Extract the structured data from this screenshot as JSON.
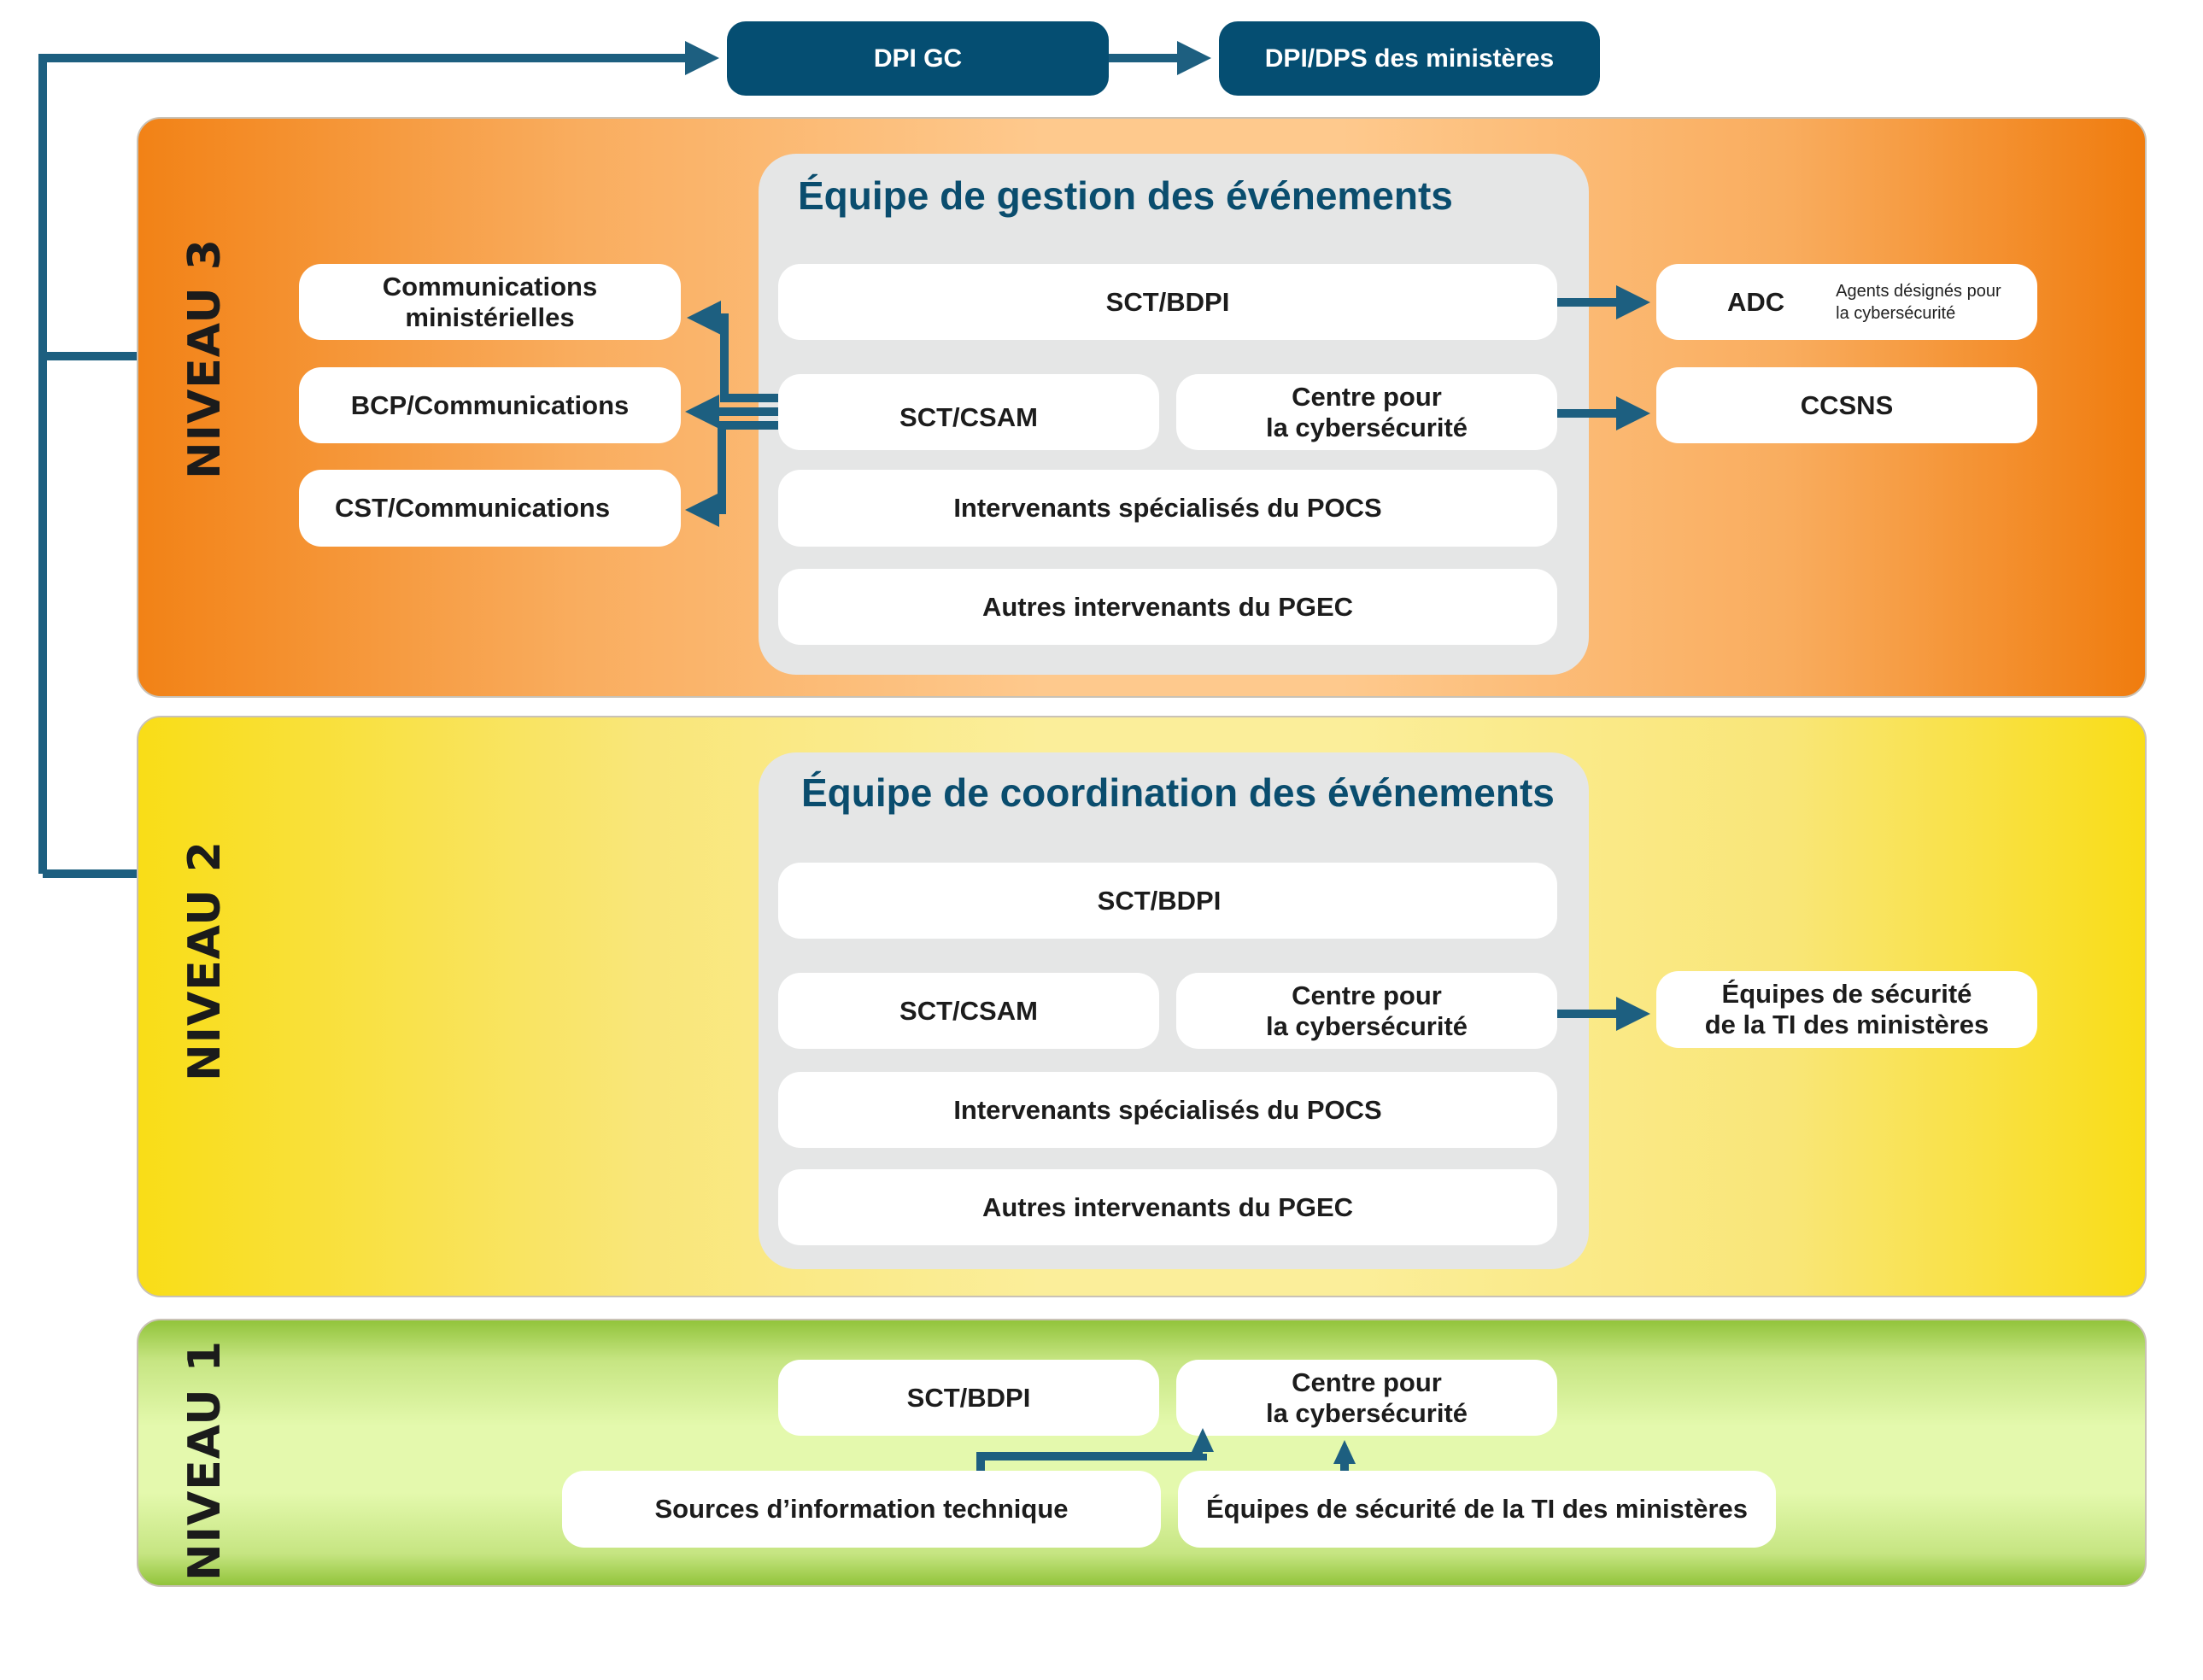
{
  "top": {
    "dpi_gc": "DPI GC",
    "dpi_dps": "DPI/DPS des ministères"
  },
  "colors": {
    "connector": "#1d5f80",
    "top_box": "#054e72",
    "team_title": "#0a4d6e",
    "level3": "#f28216",
    "level2": "#f9dd17",
    "level1": "#92c43b"
  },
  "level3": {
    "label": "NIVEAU 3",
    "team_title": "Équipe de gestion des événements",
    "left_boxes": [
      "Communications\nministérielles",
      "BCP/Communications",
      "CST/Communications"
    ],
    "rows": {
      "bdpi": "SCT/BDPI",
      "csam": "SCT/CSAM",
      "centre": "Centre pour\nla cybersécurité",
      "pocs": "Intervenants spécialisés du POCS",
      "pgec": "Autres intervenants du PGEC"
    },
    "right_boxes": {
      "adc": "ADC",
      "adc_desc": "Agents désignés pour\nla cybersécurité",
      "ccsns": "CCSNS"
    }
  },
  "level2": {
    "label": "NIVEAU 2",
    "team_title": "Équipe de coordination des événements",
    "rows": {
      "bdpi": "SCT/BDPI",
      "csam": "SCT/CSAM",
      "centre": "Centre pour\nla cybersécurité",
      "pocs": "Intervenants spécialisés du POCS",
      "pgec": "Autres intervenants du PGEC"
    },
    "right_box": "Équipes de sécurité\nde la TI des ministères"
  },
  "level1": {
    "label": "NIVEAU 1",
    "bdpi": "SCT/BDPI",
    "centre": "Centre pour\nla cybersécurité",
    "sources": "Sources d’information technique",
    "equipes": "Équipes de sécurité de la TI des ministères"
  }
}
